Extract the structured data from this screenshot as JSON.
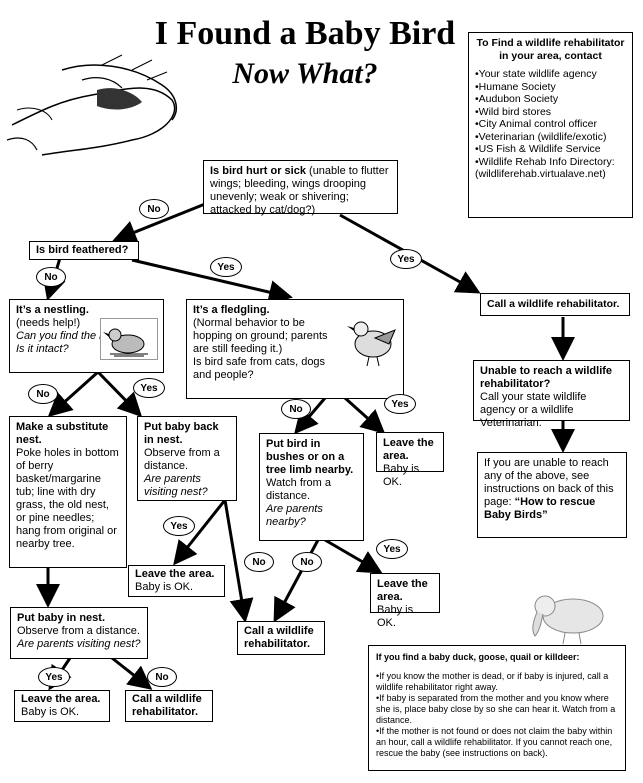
{
  "title": {
    "line1": "I Found a Baby Bird",
    "line2": "Now What?"
  },
  "q_hurt": {
    "bold": "Is bird hurt or sick",
    "rest": " (unable to flutter wings; bleeding, wings drooping unevenly; weak or shivering; attacked by cat/dog?)"
  },
  "q_feathered": "Is bird feathered?",
  "nestling": {
    "title": "It’s a nestling.",
    "line": "(needs help!)",
    "q1": "Can you find the nest?",
    "q2": "Is it intact?"
  },
  "fledgling": {
    "title": "It’s a fledgling.",
    "body": "(Normal behavior to be hopping on ground; parents are still feeding it.)",
    "q": "Is bird safe from cats, dogs and people?"
  },
  "substitute": {
    "title": "Make a substitute nest.",
    "body": "Poke holes in bottom of berry basket/margarine tub; line with dry grass, the old nest, or pine needles; hang from original or nearby tree."
  },
  "put_back": {
    "title": "Put baby back in nest.",
    "body": "Observe from a distance.",
    "q": "Are parents visiting nest?"
  },
  "bushes": {
    "title": "Put bird in bushes or on a tree limb nearby.",
    "body": "Watch from a distance.",
    "q": "Are parents nearby?"
  },
  "leave": {
    "title": "Leave the area.",
    "body": "Baby is OK."
  },
  "put_in": {
    "title": "Put baby in nest.",
    "body": "Observe from a distance.",
    "q": "Are parents visiting nest?"
  },
  "call": {
    "line": "Call a wildlife rehabilitator.",
    "line_a": "Call a wildlife",
    "line_b": "rehabilitator."
  },
  "find_rehab": {
    "title": "To Find a wildlife rehabilitator in your area, contact",
    "items": [
      "•Your state wildlife agency",
      "•Humane Society",
      "•Audubon Society",
      "•Wild bird stores",
      "•City Animal control officer",
      "•Veterinarian (wildlife/exotic)",
      "•US Fish & Wildlife Service",
      "•Wildlife Rehab Info Directory: (wildliferehab.virtualave.net)"
    ]
  },
  "unable": {
    "title": "Unable to reach a wildlife rehabilitator?",
    "body": "Call your state wildlife agency or a wildlife Veterinarian."
  },
  "backside": {
    "body": "If you are unable to reach any of the above, see instructions on back of this page: ",
    "bold": "“How to rescue Baby Birds”"
  },
  "duck": {
    "title": "If you find a baby duck, goose, quail or killdeer:",
    "items": [
      "•If you know the mother is dead, or if baby is injured, call a wildlife rehabilitator right away.",
      "•If baby is separated from the mother and you know where she is, place baby close by so she can hear it. Watch from a distance.",
      "•If the mother is not found or does not claim the baby within an hour, call a wildlife rehabilitator. If you cannot reach one, rescue the baby (see instructions on back)."
    ]
  },
  "labels": {
    "yes": "Yes",
    "no": "No"
  }
}
